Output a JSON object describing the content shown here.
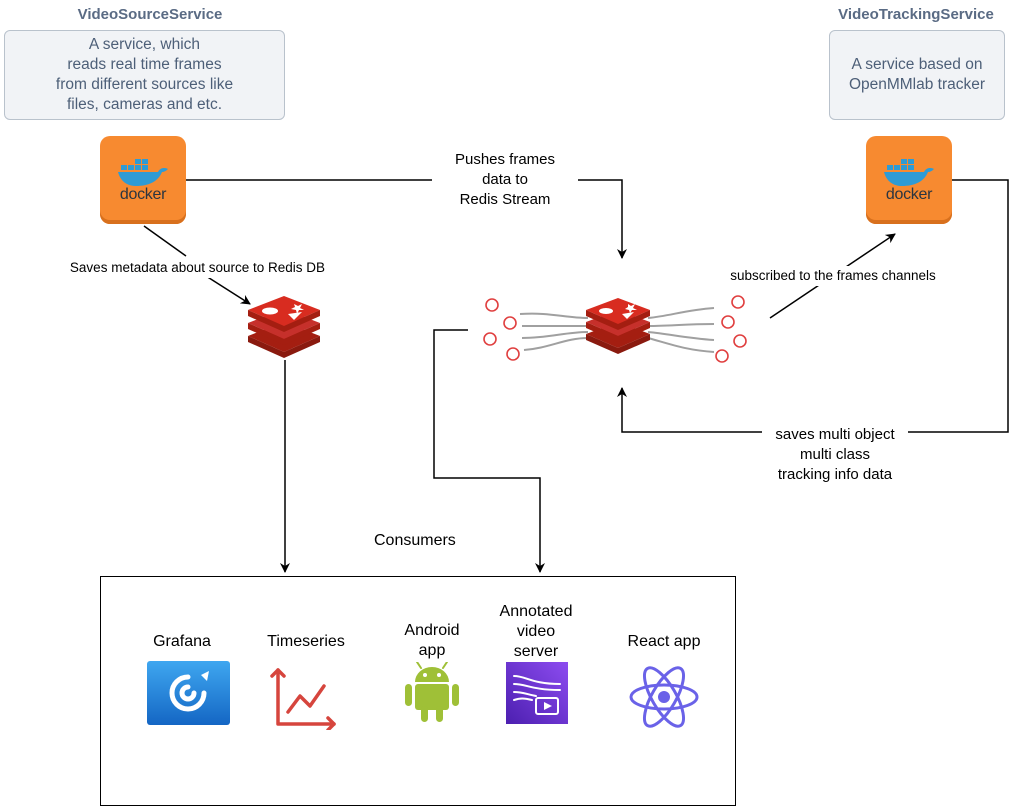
{
  "source_service": {
    "title": "VideoSourceService",
    "description": [
      "A service, which",
      "reads real time frames",
      "from different sources like",
      "files, cameras and etc."
    ]
  },
  "tracking_service": {
    "title": "VideoTrackingService",
    "description": [
      "A service based on",
      "OpenMMlab tracker"
    ]
  },
  "docker_label": "docker",
  "edges": {
    "push_frames": [
      "Pushes frames",
      "data to",
      "Redis Stream"
    ],
    "save_metadata": "Saves metadata about source to Redis DB",
    "subscribed": "subscribed to the frames channels",
    "saves_tracking": [
      "saves multi object",
      "multi class",
      "tracking info data"
    ]
  },
  "consumers": {
    "title": "Consumers",
    "items": [
      {
        "label": [
          "Grafana"
        ],
        "icon": "grafana-icon"
      },
      {
        "label": [
          "Timeseries"
        ],
        "icon": "timeseries-icon"
      },
      {
        "label": [
          "Android",
          "app"
        ],
        "icon": "android-icon"
      },
      {
        "label": [
          "Annotated",
          "video",
          "server"
        ],
        "icon": "video-server-icon"
      },
      {
        "label": [
          "React app"
        ],
        "icon": "react-icon"
      }
    ]
  },
  "colors": {
    "docker_orange": "#f78a30",
    "redis_red": "#c6302b",
    "grafana_blue": "#1f78d6",
    "android_green": "#9fc037",
    "video_purple": "#6c2fd8",
    "react_purple": "#6a62e8"
  }
}
